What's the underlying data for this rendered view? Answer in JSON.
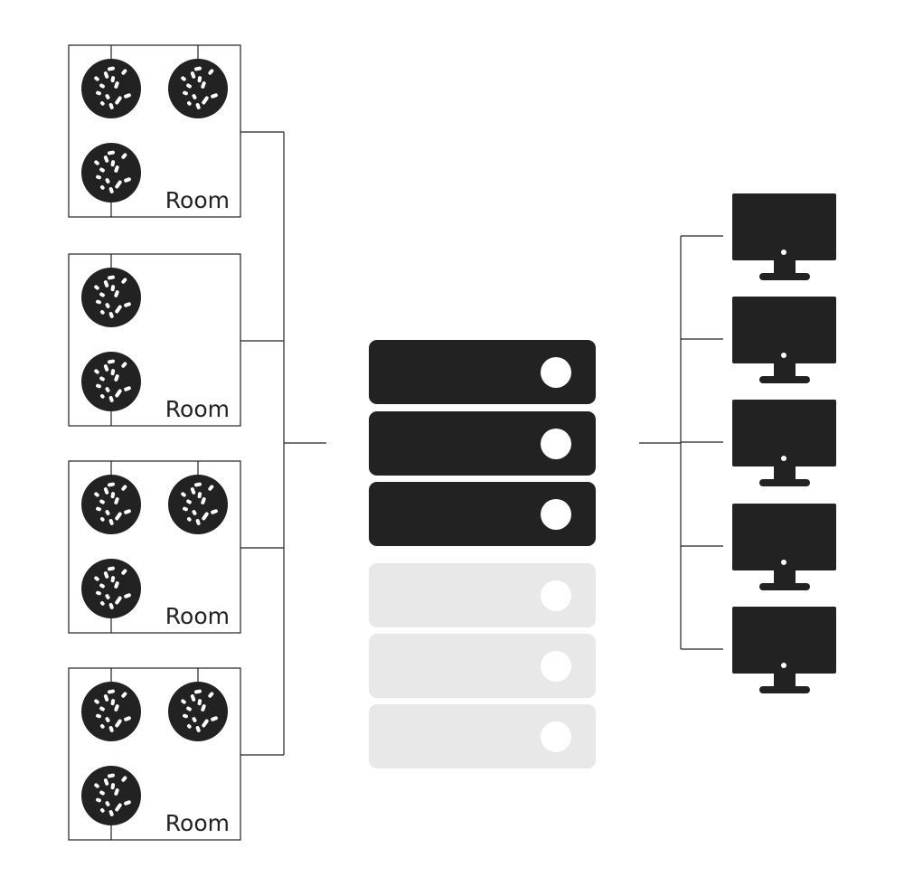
{
  "colors": {
    "ink": "#222222",
    "line": "#222222",
    "inactive_server": "#e8e8e8",
    "background": "#ffffff"
  },
  "rooms": [
    {
      "label": "Room",
      "microphones": 3
    },
    {
      "label": "Room",
      "microphones": 2
    },
    {
      "label": "Room",
      "microphones": 3
    },
    {
      "label": "Room",
      "microphones": 3
    }
  ],
  "server": {
    "active_units": 3,
    "inactive_units": 3
  },
  "monitors": {
    "count": 5
  },
  "icons": {
    "microphone": "ceiling-microphone-icon",
    "server_unit": "server-rack-unit-icon",
    "monitor": "monitor-icon"
  }
}
